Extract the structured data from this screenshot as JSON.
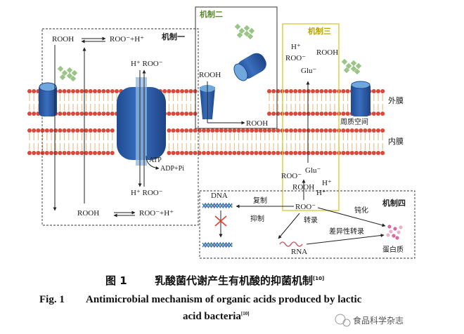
{
  "colors": {
    "membrane_head": "#d9483b",
    "membrane_tail": "#e8c38f",
    "channel_blue": "#2f5ea8",
    "channel_light": "#6ea8dc",
    "mech3_border": "#d8cc3a",
    "ligand_green": "#8fbf7a"
  },
  "labels": {
    "mech1": "机制一",
    "mech2": "机制二",
    "mech3": "机制三",
    "mech4": "机制四",
    "outer_membrane": "外膜",
    "inner_membrane": "内膜",
    "periplasm": "周质空间",
    "rooh": "ROOH",
    "roo_h_top": "ROO⁻+H⁺",
    "roo_h_bottom": "ROO⁻+H⁺",
    "h_roo_top": "H⁺ ROO⁻",
    "h_roo_bottom": "H⁺ ROO⁻",
    "atp": "ATP",
    "adp": "ADP+Pi",
    "h_plus": "H⁺",
    "roo_minus": "ROO⁻",
    "glu": "Glu⁻",
    "dna": "DNA",
    "rna": "RNA",
    "replicate": "复制",
    "inhibit": "抑制",
    "transcribe": "转录",
    "passivate": "钝化",
    "diff_transcribe": "差异性转录",
    "protein": "蛋白质"
  },
  "caption": {
    "cn_fig": "图 1",
    "cn_title": "乳酸菌代谢产生有机酸的抑菌机制",
    "ref": "[10]",
    "en_fig": "Fig. 1",
    "en_title_1": "Antimicrobial mechanism of organic acids produced by lactic",
    "en_title_2": "acid bacteria",
    "watermark": "食品科学杂志"
  }
}
